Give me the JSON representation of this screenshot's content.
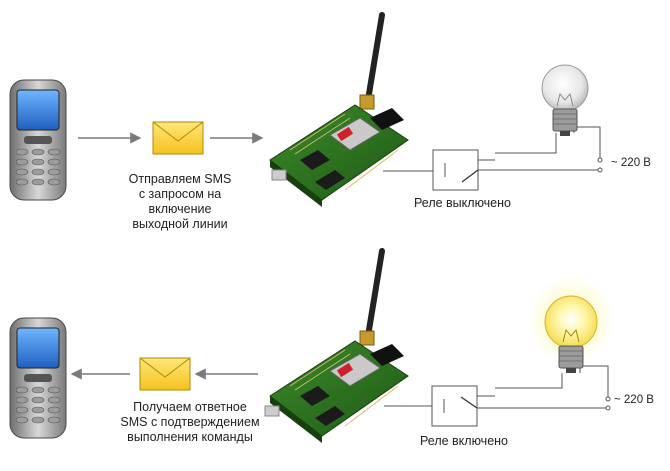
{
  "scenes": [
    {
      "caption": "Отправляем SMS\nс запросом на\nвключение\nвыходной линии",
      "relay_label": "Реле выключено",
      "voltage_label": "~ 220 В",
      "arrow_direction": "to-module",
      "lamp_state": "off",
      "relay_state": "open"
    },
    {
      "caption": "Получаем ответное\nSMS с подтверждением\nвыполнения команды",
      "relay_label": "Реле включено",
      "voltage_label": "~ 220 В",
      "arrow_direction": "to-phone",
      "lamp_state": "on",
      "relay_state": "closed"
    }
  ]
}
